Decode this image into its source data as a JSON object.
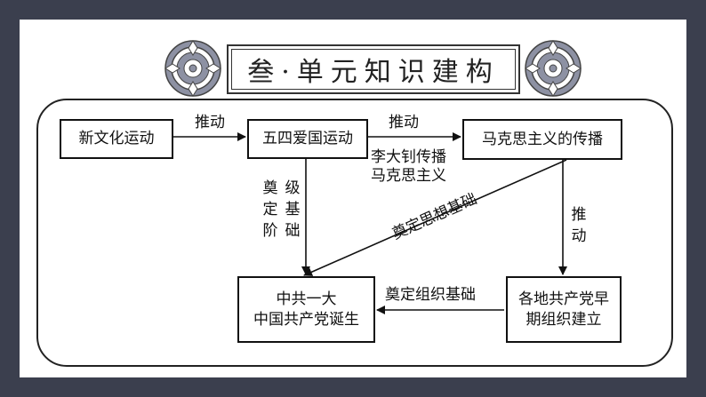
{
  "title": "叁·单元知识建构",
  "nodes": {
    "new_culture": "新文化运动",
    "may_fourth": "五四爱国运动",
    "marxism_spread": "马克思主义的传播",
    "cpc_first_congress_line1": "中共一大",
    "cpc_first_congress_line2": "中国共产党诞生",
    "early_orgs_line1": "各地共产党早",
    "early_orgs_line2": "期组织建立"
  },
  "edges": {
    "push_1": "推动",
    "push_2": "推动",
    "li_dazhao_line1": "李大钊传播",
    "li_dazhao_line2": "马克思主义",
    "class_base_col1": "奠定阶",
    "class_base_col2": "级基础",
    "ideology_base": "奠定思想基础",
    "push_vertical": "推动",
    "org_base": "奠定组织基础"
  },
  "colors": {
    "background": "#3b3f4e",
    "ornament_fill": "#8d91a3",
    "line": "#111111"
  }
}
